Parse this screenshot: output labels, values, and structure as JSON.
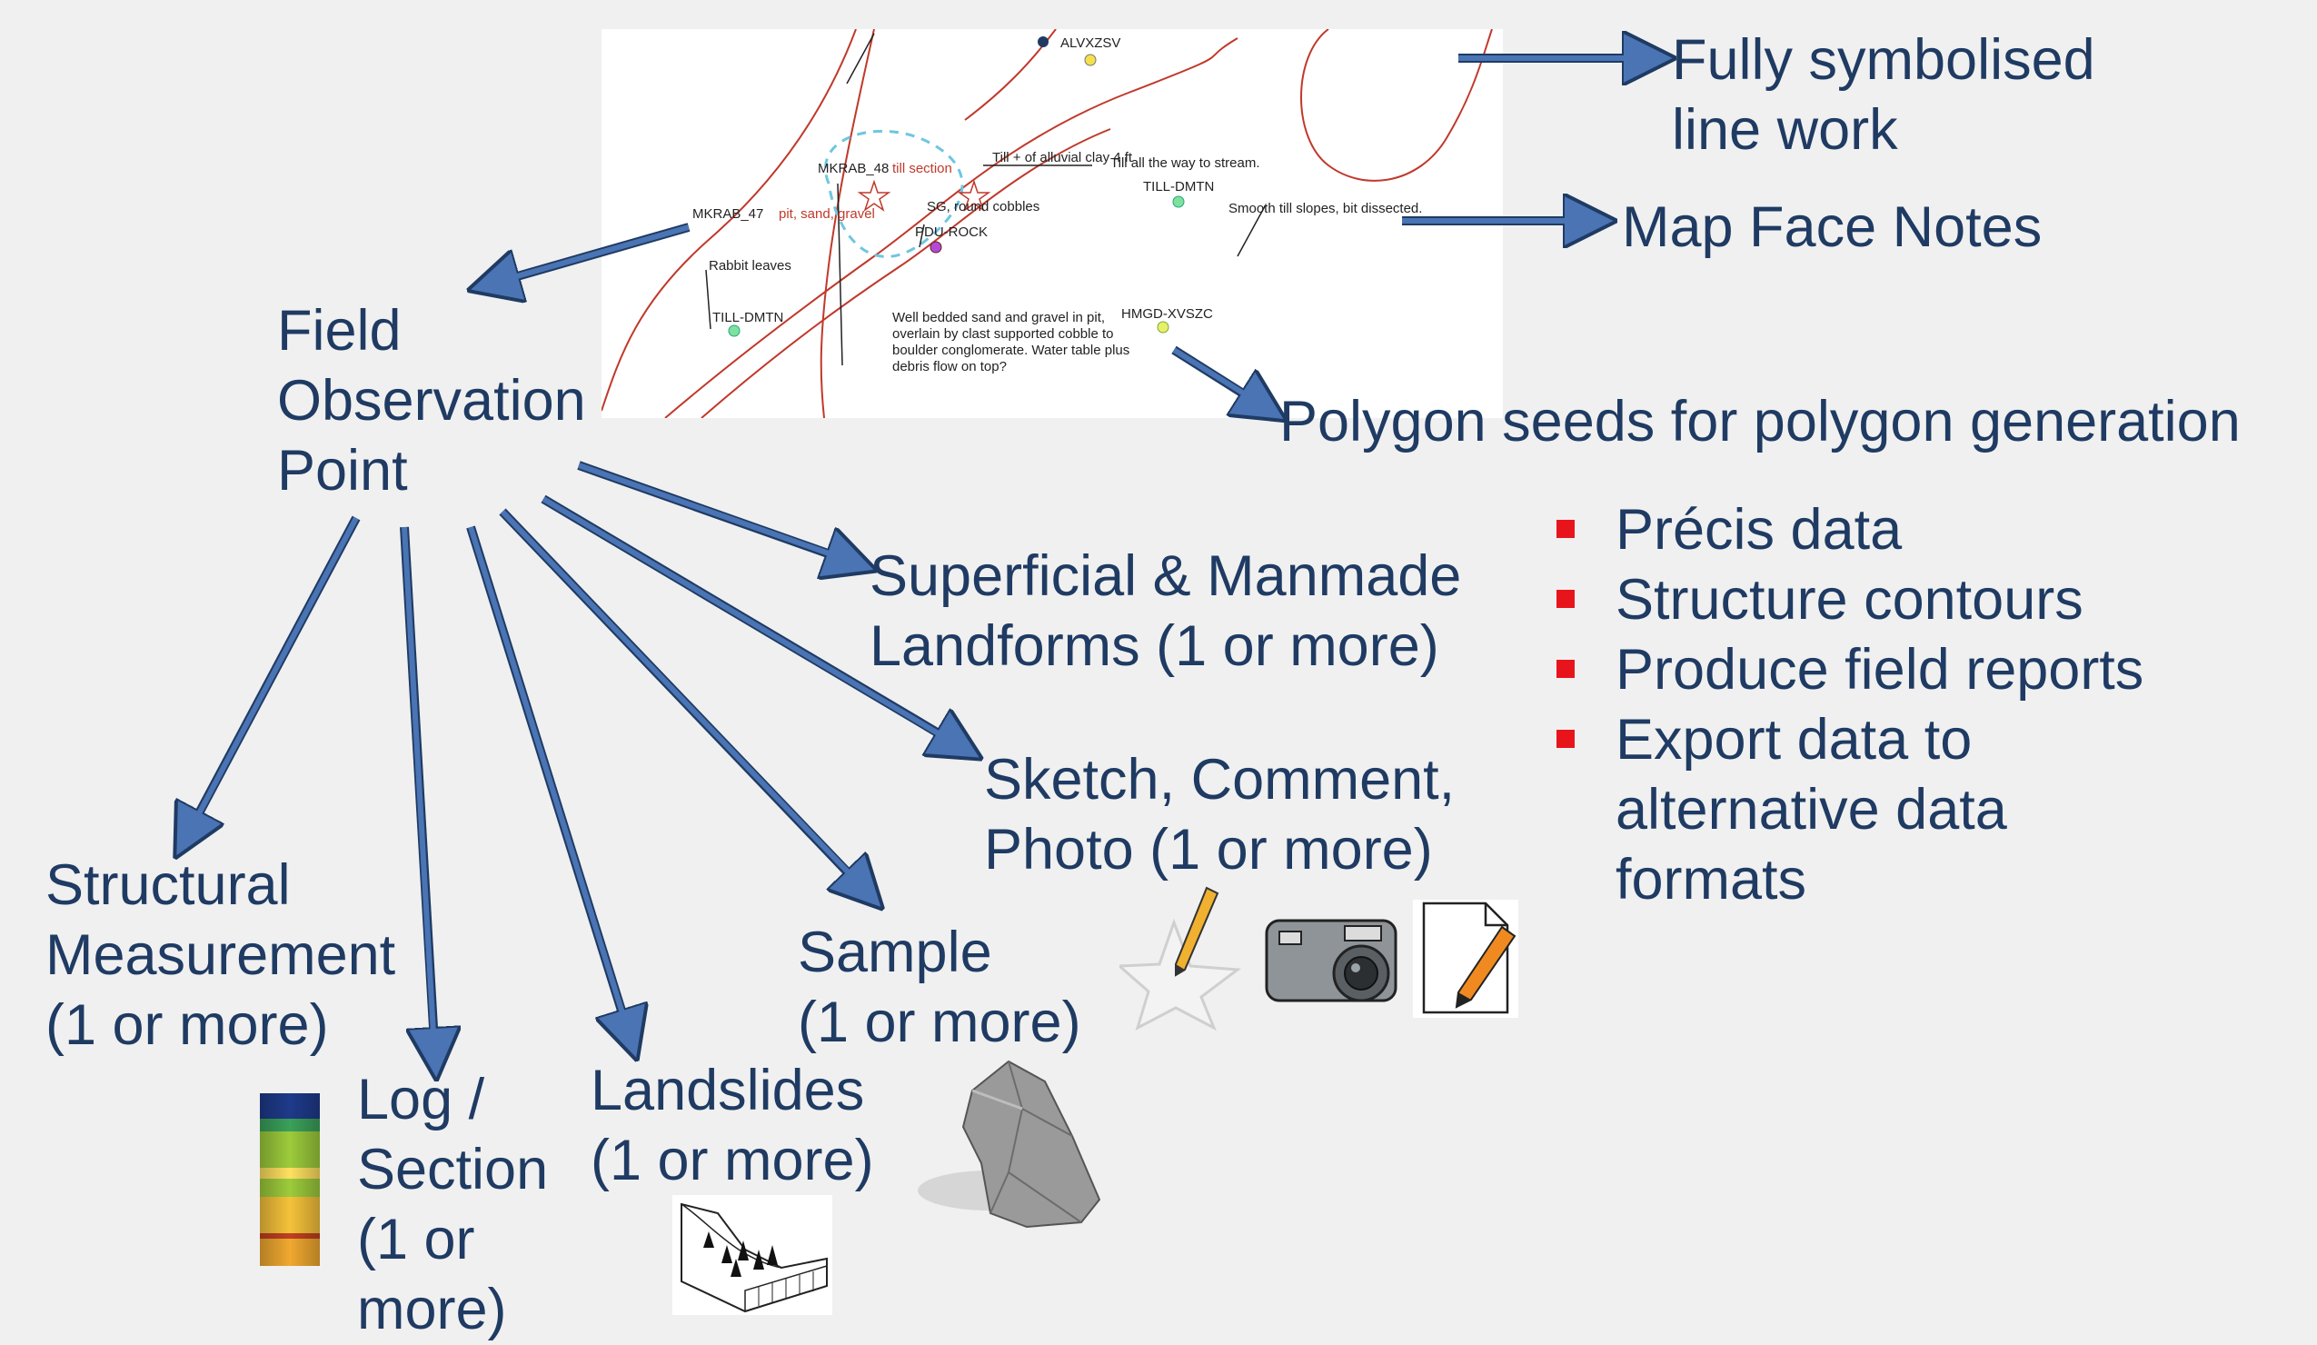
{
  "map": {
    "labels": [
      "ALVXZSV",
      "MKRAB_48",
      "till section",
      "MKRAB_47",
      "pit, sand, gravel",
      "Rabbit leaves",
      "TILL-DMTN",
      "PDU-ROCK",
      "SG, round cobbles",
      "Till + of alluvial clay 4 ft",
      "Till all the way to stream.",
      "TILL-DMTN",
      "Smooth till slopes, bit dissected.",
      "HMGD-XVSZC",
      "Well bedded sand and gravel in pit,",
      "overlain by clast supported cobble to",
      "boulder conglomerate. Water table plus",
      "debris flow on top?"
    ]
  },
  "labels": {
    "field_observation": [
      "Field",
      "Observation",
      "Point"
    ],
    "fully_symbolised": [
      "Fully symbolised",
      "line work"
    ],
    "map_face_notes": "Map Face Notes",
    "polygon_seeds": "Polygon seeds for polygon generation",
    "superficial": [
      "Superficial & Manmade",
      "Landforms (1 or more)"
    ],
    "sketch": [
      "Sketch, Comment,",
      "Photo (1 or more)"
    ],
    "structural": [
      "Structural",
      "Measurement",
      "(1 or more)"
    ],
    "log_section": [
      "Log /",
      "Section",
      "(1 or",
      "more)"
    ],
    "landslides": [
      "Landslides",
      "(1 or more)"
    ],
    "sample": [
      "Sample",
      "(1 or more)"
    ]
  },
  "bullets": [
    "Précis data",
    "Structure contours",
    "Produce field reports",
    [
      "Export data to",
      "alternative data",
      "formats"
    ]
  ],
  "colors": {
    "text": "#1f3b63",
    "arrow_fill": "#4a74b4",
    "arrow_stroke": "#1f3b63",
    "bullet": "#e8141b",
    "map_lines": "#c0392b",
    "polygon_outline": "#6ec6e0"
  },
  "icons": [
    "log-column-icon",
    "landslide-sketch-icon",
    "rock-sample-icon",
    "pencil-star-icon",
    "camera-icon",
    "document-pencil-icon"
  ]
}
